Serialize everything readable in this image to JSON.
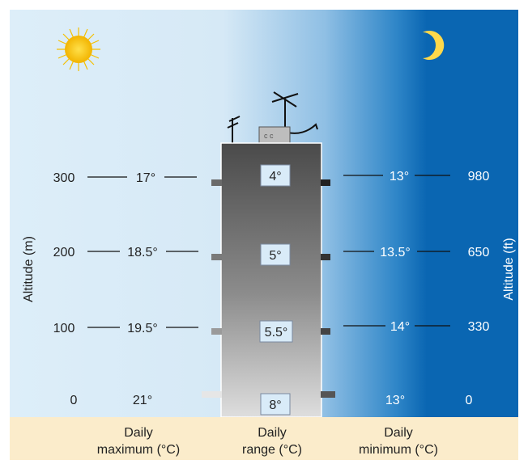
{
  "rows": [
    {
      "alt_m": "300",
      "max": "17°",
      "range": "4°",
      "min": "13°",
      "alt_ft": "980"
    },
    {
      "alt_m": "200",
      "max": "18.5°",
      "range": "5°",
      "min": "13.5°",
      "alt_ft": "650"
    },
    {
      "alt_m": "100",
      "max": "19.5°",
      "range": "5.5°",
      "min": "14°",
      "alt_ft": "330"
    },
    {
      "alt_m": "0",
      "max": "21°",
      "range": "8°",
      "min": "13°",
      "alt_ft": "0"
    }
  ],
  "axes": {
    "left_label": "Altitude (m)",
    "right_label": "Altitude (ft)"
  },
  "footer": {
    "max_line1": "Daily",
    "max_line2": "maximum (°C)",
    "range_line1": "Daily",
    "range_line2": "range (°C)",
    "min_line1": "Daily",
    "min_line2": "minimum (°C)"
  },
  "icons": {
    "sun": "sun-icon",
    "moon": "crescent-moon-icon"
  },
  "colors": {
    "sky_day": "#dcecf8",
    "sky_night": "#0a66b2",
    "sun": "#f5c000",
    "footer_bg": "#fbeccb"
  }
}
